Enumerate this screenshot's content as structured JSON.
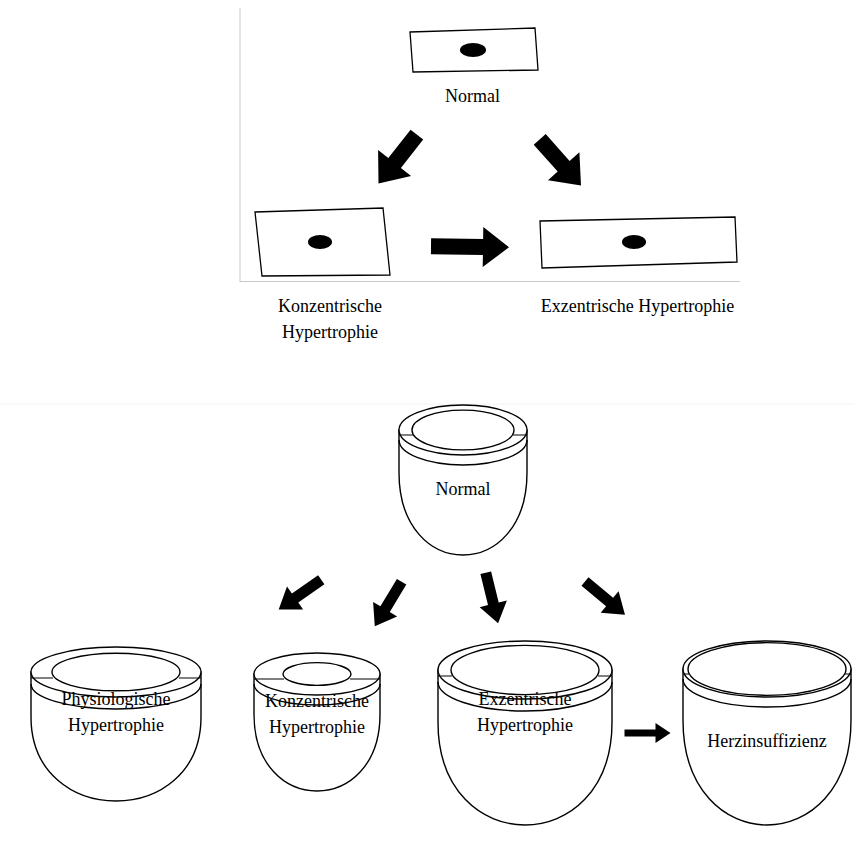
{
  "diagram": {
    "nodes": [
      {
        "text": [
          "Normal"
        ]
      },
      {
        "text": [
          "Konzentrische Hypertrophie"
        ]
      },
      {
        "text": [
          "Exzentrische Hypertrophie"
        ]
      },
      {
        "text": [
          "Normal"
        ]
      },
      {
        "text": [
          "Physiologische Hypertrophie"
        ]
      },
      {
        "text": [
          "Konzentrische Hypertrophie"
        ]
      },
      {
        "text": [
          "Exzentrische Hypertrophie"
        ]
      },
      {
        "text": [
          "Herzinsuffizienz"
        ]
      }
    ],
    "edges": [
      {
        "from": 0,
        "to": 1,
        "arrow": "to"
      },
      {
        "from": 0,
        "to": 2,
        "arrow": "to"
      },
      {
        "from": 1,
        "to": 2,
        "arrow": "to"
      },
      {
        "from": 3,
        "to": 4,
        "arrow": "to"
      },
      {
        "from": 3,
        "to": 5,
        "arrow": "to"
      },
      {
        "from": 3,
        "to": 6,
        "arrow": "to"
      },
      {
        "from": 3,
        "to": 7,
        "arrow": "to"
      },
      {
        "from": 6,
        "to": 7,
        "arrow": "to"
      }
    ]
  }
}
